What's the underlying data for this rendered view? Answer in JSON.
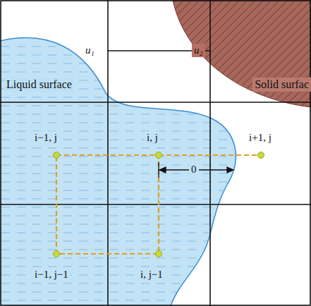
{
  "diagram": {
    "labels": [
      "u₁",
      "u₂",
      "Liquid surface",
      "Solid surfac",
      "i−1, j",
      "i, j",
      "i+1, j",
      "0",
      "i−1, j−1",
      "i, j−1"
    ]
  }
}
